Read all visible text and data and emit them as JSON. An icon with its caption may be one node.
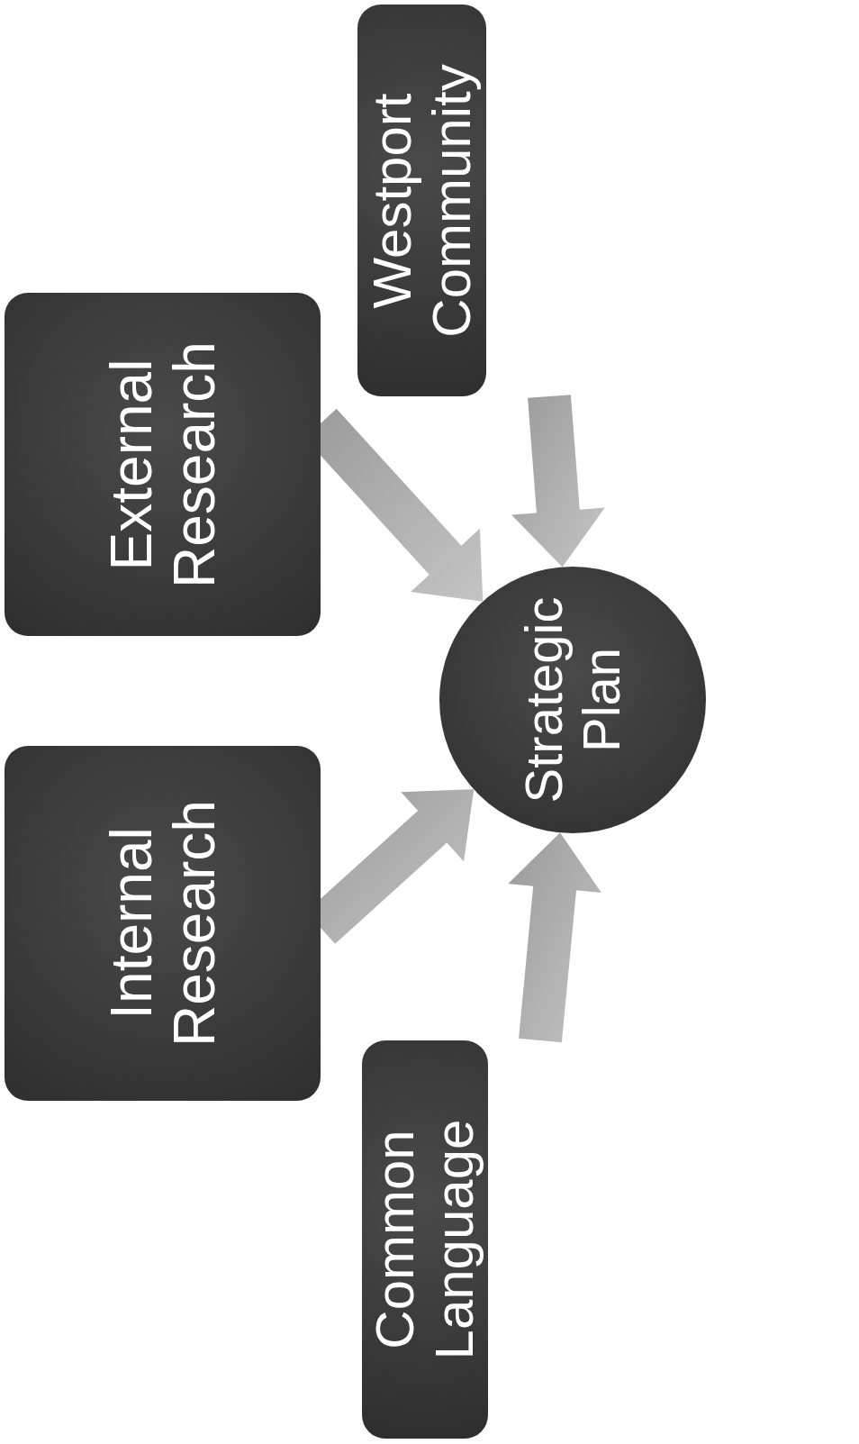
{
  "diagram": {
    "nodes": [
      {
        "text": [
          "Westport Community"
        ]
      },
      {
        "text": [
          "External Research"
        ]
      },
      {
        "text": [
          "Internal Research"
        ]
      },
      {
        "text": [
          "Common Language"
        ]
      },
      {
        "text": [
          "Strategic Plan"
        ]
      }
    ],
    "edges": [
      {
        "from": 0,
        "to": 4,
        "arrow": "to"
      },
      {
        "from": 1,
        "to": 4,
        "arrow": "to"
      },
      {
        "from": 2,
        "to": 4,
        "arrow": "to"
      },
      {
        "from": 3,
        "to": 4,
        "arrow": "to"
      }
    ]
  }
}
